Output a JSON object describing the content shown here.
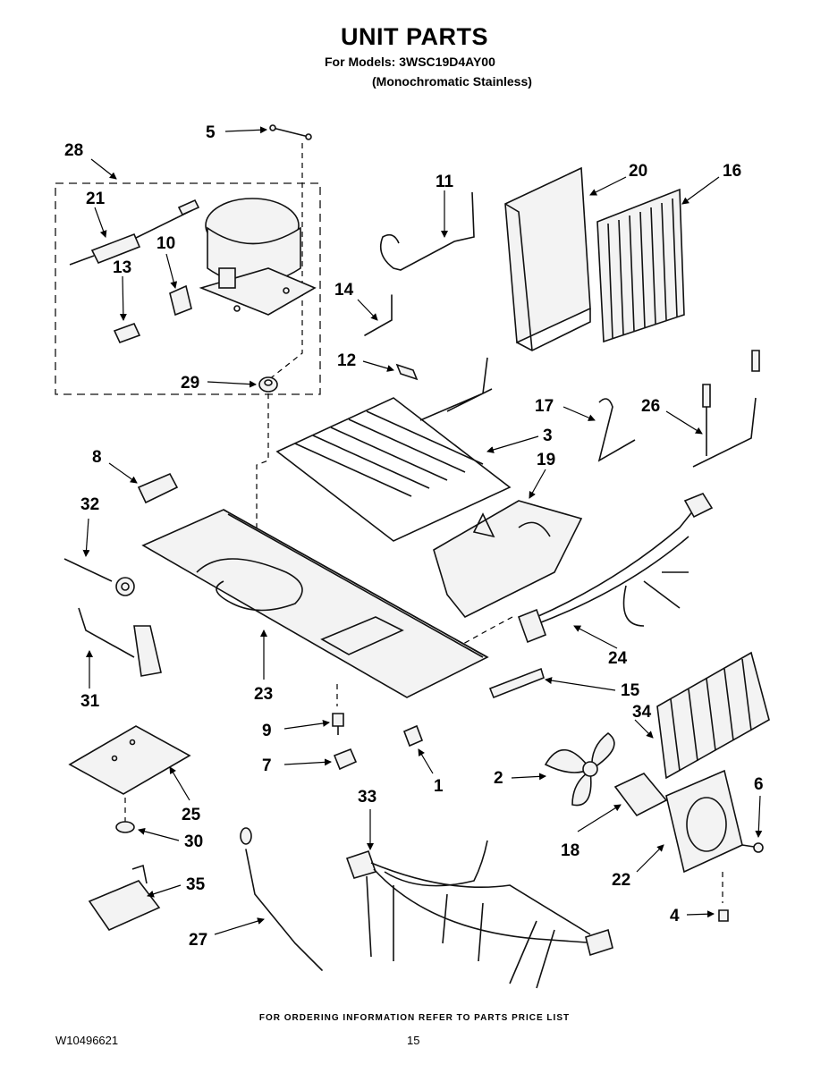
{
  "header": {
    "title": "UNIT PARTS",
    "models": "For Models: 3WSC19D4AY00",
    "variant": "(Monochromatic Stainless)"
  },
  "diagram": {
    "callouts": {
      "c1": "1",
      "c2": "2",
      "c3": "3",
      "c4": "4",
      "c5": "5",
      "c6": "6",
      "c7": "7",
      "c8": "8",
      "c9": "9",
      "c10": "10",
      "c11": "11",
      "c12": "12",
      "c13": "13",
      "c14": "14",
      "c15": "15",
      "c16": "16",
      "c17": "17",
      "c18": "18",
      "c19": "19",
      "c20": "20",
      "c21": "21",
      "c22": "22",
      "c23": "23",
      "c24": "24",
      "c25": "25",
      "c26": "26",
      "c27": "27",
      "c28": "28",
      "c29": "29",
      "c30": "30",
      "c31": "31",
      "c32": "32",
      "c33": "33",
      "c34": "34",
      "c35": "35"
    }
  },
  "footer": {
    "ordering_note": "FOR ORDERING INFORMATION REFER TO PARTS PRICE LIST",
    "document_number": "W10496621",
    "page_number": "15"
  }
}
